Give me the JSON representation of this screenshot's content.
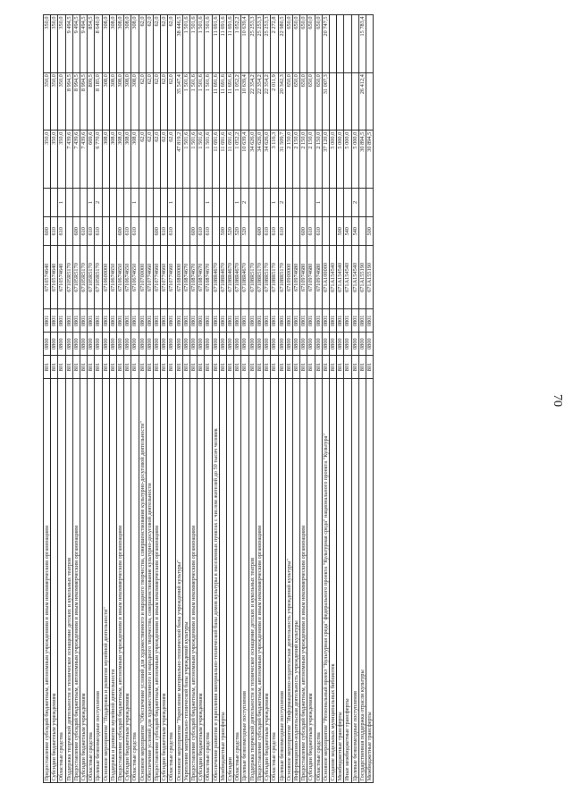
{
  "page_number": "70",
  "rows": [
    {
      "name": "Предоставление субсидий бюджетным, автономным учреждениям и иным некоммерческим организациям",
      "grbs": "801",
      "rz": "0800",
      "pr": "0801",
      "csr": "6710574640",
      "vr": "600",
      "a": "350,0",
      "b": "350,0",
      "c": "350,0"
    },
    {
      "name": "Субсидии бюджетным учреждениям",
      "grbs": "801",
      "rz": "0800",
      "pr": "0801",
      "csr": "6710574640",
      "vr": "610",
      "a": "350,0",
      "b": "350,0",
      "c": "350,0"
    },
    {
      "name": "Областные средства",
      "grbs": "801",
      "rz": "0800",
      "pr": "0801",
      "csr": "6710574640",
      "vr": "610",
      "mark": "1",
      "a": "350,0",
      "b": "350,0",
      "c": "350,0"
    },
    {
      "name": "Поддержка творческой деятельности и техническое оснащение детских и кукольных театров",
      "grbs": "801",
      "rz": "0800",
      "pr": "0801",
      "csr": "67105R5170",
      "vr": "",
      "a": "7 439,6",
      "b": "8 994,5",
      "c": "9 494,5"
    },
    {
      "name": "Предоставление субсидий бюджетным, автономным учреждениям и иным некоммерческим организациям",
      "grbs": "801",
      "rz": "0800",
      "pr": "0801",
      "csr": "67105R5170",
      "vr": "600",
      "a": "7 439,6",
      "b": "8 994,5",
      "c": "9 494,5"
    },
    {
      "name": "Субсидии бюджетным учреждениям",
      "grbs": "801",
      "rz": "0800",
      "pr": "0801",
      "csr": "67105R5170",
      "vr": "610",
      "a": "7 439,6",
      "b": "8 994,5",
      "c": "9 494,5"
    },
    {
      "name": "Областные средства",
      "grbs": "801",
      "rz": "0800",
      "pr": "0801",
      "csr": "67105R5170",
      "vr": "610",
      "mark": "1",
      "a": "669,6",
      "b": "809,5",
      "c": "854,5"
    },
    {
      "name": "Целевые безвозмездные поступления",
      "grbs": "801",
      "rz": "0800",
      "pr": "0801",
      "csr": "67105R5170",
      "vr": "610",
      "mark": "2",
      "a": "6 770,0",
      "b": "8 185,0",
      "c": "8 640,0"
    },
    {
      "name": "Основное мероприятие \"Поддержка и развитие музейной деятельности\"",
      "grbs": "801",
      "rz": "0800",
      "pr": "0801",
      "csr": "6710600000",
      "vr": "",
      "a": "308,0",
      "b": "308,0",
      "c": "308,0"
    },
    {
      "name": "Поддержка и развитие музейной деятельности",
      "grbs": "801",
      "rz": "0800",
      "pr": "0801",
      "csr": "6710674650",
      "vr": "",
      "a": "308,0",
      "b": "308,0",
      "c": "308,0"
    },
    {
      "name": "Предоставление субсидий бюджетным, автономным учреждениям и иным некоммерческим организациям",
      "grbs": "801",
      "rz": "0800",
      "pr": "0801",
      "csr": "6710674650",
      "vr": "600",
      "a": "308,0",
      "b": "308,0",
      "c": "308,0"
    },
    {
      "name": "Субсидии бюджетным учреждениям",
      "grbs": "801",
      "rz": "0800",
      "pr": "0801",
      "csr": "6710674650",
      "vr": "610",
      "a": "308,0",
      "b": "308,0",
      "c": "308,0"
    },
    {
      "name": "Областные средства",
      "grbs": "801",
      "rz": "0800",
      "pr": "0801",
      "csr": "6710674650",
      "vr": "610",
      "mark": "1",
      "a": "308,0",
      "b": "308,0",
      "c": "308,0"
    },
    {
      "name": "Основное мероприятие \"Обеспечение условий для художественного и народного творчества, совершенствование культурно-досуговой деятельности\"",
      "grbs": "801",
      "rz": "0800",
      "pr": "0801",
      "csr": "6710700000",
      "vr": "",
      "a": "62,0",
      "b": "62,0",
      "c": "62,0"
    },
    {
      "name": "Обеспечение условий для художественного и народного творчества, совершенствование культурно-досуговой деятельности",
      "grbs": "801",
      "rz": "0800",
      "pr": "0801",
      "csr": "6710774660",
      "vr": "",
      "a": "62,0",
      "b": "62,0",
      "c": "62,0"
    },
    {
      "name": "Предоставление субсидий бюджетным, автономным учреждениям и иным некоммерческим организациям",
      "grbs": "801",
      "rz": "0800",
      "pr": "0801",
      "csr": "6710774660",
      "vr": "600",
      "a": "62,0",
      "b": "62,0",
      "c": "62,0"
    },
    {
      "name": "Субсидии бюджетным учреждениям",
      "grbs": "801",
      "rz": "0800",
      "pr": "0801",
      "csr": "6710774660",
      "vr": "610",
      "a": "62,0",
      "b": "62,0",
      "c": "62,0"
    },
    {
      "name": "Областные средства",
      "grbs": "801",
      "rz": "0800",
      "pr": "0801",
      "csr": "6710774660",
      "vr": "610",
      "mark": "1",
      "a": "62,0",
      "b": "62,0",
      "c": "62,0"
    },
    {
      "name": "Основное мероприятие \"Укрепление материально-технической базы учреждений культуры\"",
      "grbs": "801",
      "rz": "0800",
      "pr": "0801",
      "csr": "6710800000",
      "vr": "",
      "a": "47 819,2",
      "b": "35 547,4",
      "c": "38 446,5"
    },
    {
      "name": "Укрепление материально-технической базы учреждений культуры",
      "grbs": "801",
      "rz": "0800",
      "pr": "0801",
      "csr": "6710874670",
      "vr": "",
      "a": "1 501,6",
      "b": "1 501,6",
      "c": "1 501,6"
    },
    {
      "name": "Предоставление субсидий бюджетным, автономным учреждениям и иным некоммерческим организациям",
      "grbs": "801",
      "rz": "0800",
      "pr": "0801",
      "csr": "6710874670",
      "vr": "600",
      "a": "1 501,6",
      "b": "1 501,6",
      "c": "1 501,6"
    },
    {
      "name": "Субсидии бюджетным учреждениям",
      "grbs": "801",
      "rz": "0800",
      "pr": "0801",
      "csr": "6710874670",
      "vr": "610",
      "a": "1 501,6",
      "b": "1 501,6",
      "c": "1 501,6"
    },
    {
      "name": "Областные средства",
      "grbs": "801",
      "rz": "0800",
      "pr": "0801",
      "csr": "6710874670",
      "vr": "610",
      "mark": "1",
      "a": "1 501,6",
      "b": "1 501,6",
      "c": "1 501,6"
    },
    {
      "name": "Обеспечение развития и укрепления материально-технической базы домов культуры в населенных пунктах с числом жителей до 50 тысяч человек",
      "grbs": "801",
      "rz": "0800",
      "pr": "0801",
      "csr": "67108R4670",
      "vr": "",
      "a": "11 691,6",
      "b": "11 691,6",
      "c": "11 691,6"
    },
    {
      "name": "Межбюджетные трансферты",
      "grbs": "801",
      "rz": "0800",
      "pr": "0801",
      "csr": "67108R4670",
      "vr": "500",
      "a": "11 691,6",
      "b": "11 691,6",
      "c": "11 691,6"
    },
    {
      "name": "Субсидии",
      "grbs": "801",
      "rz": "0800",
      "pr": "0801",
      "csr": "67108R4670",
      "vr": "520",
      "a": "11 691,6",
      "b": "11 691,6",
      "c": "11 691,6"
    },
    {
      "name": "Областные средства",
      "grbs": "801",
      "rz": "0800",
      "pr": "0801",
      "csr": "67108R4670",
      "vr": "520",
      "mark": "1",
      "a": "1 052,2",
      "b": "1 052,2",
      "c": "1 052,2"
    },
    {
      "name": "Целевые безвозмездные поступления",
      "grbs": "801",
      "rz": "0800",
      "pr": "0801",
      "csr": "67108R4670",
      "vr": "520",
      "mark": "2",
      "a": "10 639,4",
      "b": "10 639,4",
      "c": "10 639,4"
    },
    {
      "name": "Поддержка творческой деятельности и техническое оснащение детских и кукольных театров",
      "grbs": "801",
      "rz": "0800",
      "pr": "0801",
      "csr": "67108R5170",
      "vr": "",
      "a": "34 626,0",
      "b": "22 354,2",
      "c": "25 253,3"
    },
    {
      "name": "Предоставление субсидий бюджетным, автономным учреждениям и иным некоммерческим организациям",
      "grbs": "801",
      "rz": "0800",
      "pr": "0801",
      "csr": "67108R5170",
      "vr": "600",
      "a": "34 626,0",
      "b": "22 354,2",
      "c": "25 253,3"
    },
    {
      "name": "Субсидии бюджетным учреждениям",
      "grbs": "801",
      "rz": "0800",
      "pr": "0801",
      "csr": "67108R5170",
      "vr": "610",
      "a": "34 626,0",
      "b": "22 354,2",
      "c": "25 253,3"
    },
    {
      "name": "Областные средства",
      "grbs": "801",
      "rz": "0800",
      "pr": "0801",
      "csr": "67108R5170",
      "vr": "610",
      "mark": "1",
      "a": "3 116,3",
      "b": "2 011,9",
      "c": "2 272,8"
    },
    {
      "name": "Целевые безвозмездные поступления",
      "grbs": "801",
      "rz": "0800",
      "pr": "0801",
      "csr": "67108R5170",
      "vr": "610",
      "mark": "2",
      "a": "31 509,7",
      "b": "20 342,3",
      "c": "22 980,5"
    },
    {
      "name": "Основное мероприятие \"Информационно-издательская деятельность учреждений культуры\"",
      "grbs": "801",
      "rz": "0800",
      "pr": "0801",
      "csr": "6710900000",
      "vr": "",
      "a": "2 150,0",
      "b": "650,0",
      "c": "650,0"
    },
    {
      "name": "Информационно-издательская деятельность учреждений культуры",
      "grbs": "801",
      "rz": "0800",
      "pr": "0801",
      "csr": "6710974680",
      "vr": "",
      "a": "2 150,0",
      "b": "650,0",
      "c": "650,0"
    },
    {
      "name": "Предоставление субсидий бюджетным, автономным учреждениям и иным некоммерческим организациям",
      "grbs": "801",
      "rz": "0800",
      "pr": "0801",
      "csr": "6710974680",
      "vr": "600",
      "a": "2 150,0",
      "b": "650,0",
      "c": "650,0"
    },
    {
      "name": "Субсидии бюджетным учреждениям",
      "grbs": "801",
      "rz": "0800",
      "pr": "0801",
      "csr": "6710974680",
      "vr": "610",
      "a": "2 150,0",
      "b": "650,0",
      "c": "650,0"
    },
    {
      "name": "Областные средства",
      "grbs": "801",
      "rz": "0800",
      "pr": "0801",
      "csr": "6710974680",
      "vr": "610",
      "mark": "1",
      "a": "2 150,0",
      "b": "650,0",
      "c": "650,0"
    },
    {
      "name": "Основное мероприятие \"Региональный проект \"Культурная среда\" федерального проекта \"Культурная среда\" национального проекта \"Культура\"",
      "grbs": "801",
      "rz": "0800",
      "pr": "0801",
      "csr": "671A100000",
      "vr": "",
      "a": "37 120,0",
      "b": "31 007,3",
      "c": "20 747,5"
    },
    {
      "name": "Создание модельных муниципальных библиотек",
      "grbs": "801",
      "rz": "0800",
      "pr": "0801",
      "csr": "671A154540",
      "vr": "",
      "a": "5 000,0",
      "b": "",
      "c": ""
    },
    {
      "name": "Межбюджетные трансферты",
      "grbs": "801",
      "rz": "0800",
      "pr": "0801",
      "csr": "671A154540",
      "vr": "500",
      "a": "5 000,0",
      "b": "",
      "c": ""
    },
    {
      "name": "Иные межбюджетные трансферты",
      "grbs": "801",
      "rz": "0800",
      "pr": "0801",
      "csr": "671A154540",
      "vr": "540",
      "a": "5 000,0",
      "b": "",
      "c": ""
    },
    {
      "name": "Целевые безвозмездные поступления",
      "grbs": "801",
      "rz": "0800",
      "pr": "0801",
      "csr": "671A154540",
      "vr": "540",
      "mark": "2",
      "a": "5 000,0",
      "b": "",
      "c": ""
    },
    {
      "name": "Государственная поддержка отрасли культуры",
      "grbs": "801",
      "rz": "0800",
      "pr": "0801",
      "csr": "671A155190",
      "vr": "",
      "a": "30 894,5",
      "b": "26 412,4",
      "c": "15 783,4"
    },
    {
      "name": "Межбюджетные трансферты",
      "grbs": "801",
      "rz": "0800",
      "pr": "0801",
      "csr": "671A155190",
      "vr": "500",
      "a": "30 894,5",
      "b": "",
      "c": ""
    }
  ]
}
